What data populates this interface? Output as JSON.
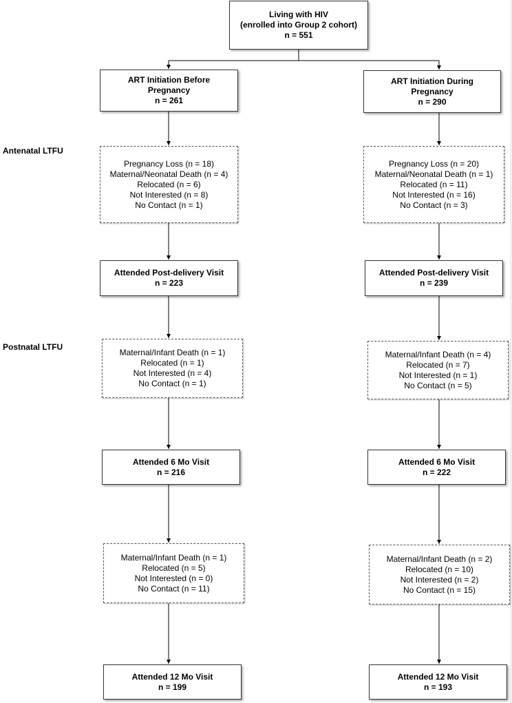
{
  "top": [
    "Living with HIV",
    "(enrolled into Group 2 cohort)",
    "n = 551"
  ],
  "left": {
    "arm": [
      "ART Initiation Before",
      "Pregnancy",
      "n = 261"
    ],
    "antenatal": [
      "Pregnancy Loss (n = 18)",
      "Maternal/Neonatal Death (n = 4)",
      "Relocated (n = 6)",
      "Not Interested (n = 8)",
      "No Contact (n = 1)"
    ],
    "post_delivery": [
      "Attended Post-delivery Visit",
      "n = 223"
    ],
    "postnatal": [
      "Maternal/Infant Death (n = 1)",
      "Relocated (n = 1)",
      "Not Interested (n = 4)",
      "No Contact (n = 1)"
    ],
    "six_mo": [
      "Attended 6 Mo Visit",
      "n = 216"
    ],
    "loss_6_12": [
      "Maternal/Infant Death (n = 1)",
      "Relocated (n = 5)",
      "Not Interested (n = 0)",
      "No Contact (n = 11)"
    ],
    "twelve_mo": [
      "Attended 12 Mo Visit",
      "n = 199"
    ]
  },
  "right": {
    "arm": [
      "ART Initiation During",
      "Pregnancy",
      "n = 290"
    ],
    "antenatal": [
      "Pregnancy Loss (n = 20)",
      "Maternal/Neonatal Death (n = 1)",
      "Relocated (n = 11)",
      "Not Interested (n = 16)",
      "No Contact (n = 3)"
    ],
    "post_delivery": [
      "Attended Post-delivery Visit",
      "n = 239"
    ],
    "postnatal": [
      "Maternal/Infant Death (n = 4)",
      "Relocated (n = 7)",
      "Not Interested (n = 1)",
      "No Contact (n = 5)"
    ],
    "six_mo": [
      "Attended 6 Mo Visit",
      "n = 222"
    ],
    "loss_6_12": [
      "Maternal/Infant Death (n = 2)",
      "Relocated (n = 10)",
      "Not Interested (n = 2)",
      "No Contact (n = 15)"
    ],
    "twelve_mo": [
      "Attended 12 Mo Visit",
      "n = 193"
    ]
  },
  "labels": {
    "antenatal": "Antenatal LTFU",
    "postnatal": "Postnatal LTFU"
  }
}
